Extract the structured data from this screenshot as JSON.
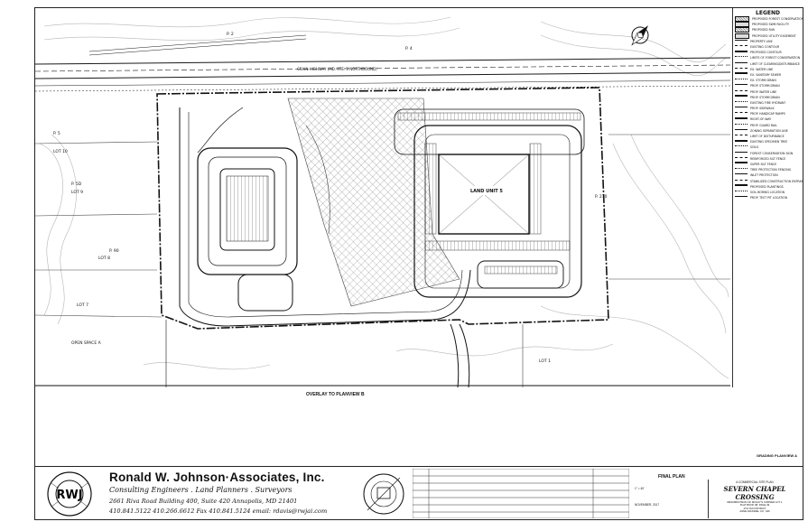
{
  "plan": {
    "road_label": "CRAIN HIGHWAY (MD. RTE. 3 NORTHBOUND)",
    "land_unit": "LAND UNIT 5",
    "parcels": [
      "P. 2",
      "P. 4",
      "P. 5",
      "P. 5D",
      "P. 90",
      "P. 210",
      "LOT 10",
      "LOT 9",
      "LOT 8",
      "LOT 7",
      "OPEN SPACE A",
      "LOT 1"
    ],
    "overlay_caption": "OVERLAY TO PLANVIEW B",
    "grading_caption": "GRADING PLANVIEW A"
  },
  "legend": {
    "title": "LEGEND",
    "items": [
      "PROPOSED FOREST CONSERVATION",
      "PROPOSED SWM FACILITY",
      "PROPOSED R/W",
      "PROPOSED UTILITY EASEMENT",
      "PROPERTY LINE",
      "EXISTING CONTOUR",
      "PROPOSED CONTOUR",
      "LIMITS OF FOREST CONSERVATION",
      "LIMIT OF CLEARING/DISTURBANCE",
      "EX. WATER LINE",
      "EX. SANITARY SEWER",
      "EX. STORM DRAIN",
      "PROP. STORM DRAIN",
      "PROP. WATER LINE",
      "PROP. STORM DRAIN",
      "EXISTING FIRE HYDRANT",
      "PROP. SIDEWALK",
      "PROP. HANDICAP RAMPS",
      "RIGHT-OF-WAY",
      "PROP. GUARD RAIL",
      "ZONING SEPARATION LINE",
      "LIMIT OF DISTURBANCE",
      "EXISTING SPECIMEN TREE",
      "SOILS",
      "FOREST CONSERVATION SIGN",
      "REINFORCED SILT FENCE",
      "SUPER SILT FENCE",
      "TREE PROTECTION FENCING",
      "INLET PROTECTION",
      "STABILIZED CONSTRUCTION ENTRANCE",
      "PROPOSED PLANTINGS",
      "SOIL BORING LOCATION",
      "PROP. TEST PIT LOCATION"
    ]
  },
  "titleblock": {
    "logo_text": "RWJ",
    "firm_name": "Ronald W. Johnson·Associates, Inc.",
    "firm_sub": "Consulting Engineers . Land Planners . Surveyors",
    "address": "2661 Riva Road  Building 400, Suite 420  Annapolis, MD 21401",
    "phones": "410.841.5122  410.266.6612  Fax 410.841.5124  email: rdavis@rwjai.com",
    "final_plan": "FINAL PLAN",
    "date": "NOVEMBER, 2017",
    "scale": "1\" = 40'",
    "project_title": "SEVERN CHAPEL CROSSING",
    "project_type": "A COMMERCIAL SITE PLAN",
    "project_lines": [
      "RESUBDIVISION OF MCKAY’S CORNER LOT 1",
      "PLAT BOOK 98, PAGE 49",
      "4TH TAX DISTRICT",
      "ANNE ARUNDEL CO., MD"
    ]
  },
  "colors": {
    "ink": "#1a1a1a",
    "paper": "#ffffff",
    "hatch": "#8a8a8a"
  }
}
